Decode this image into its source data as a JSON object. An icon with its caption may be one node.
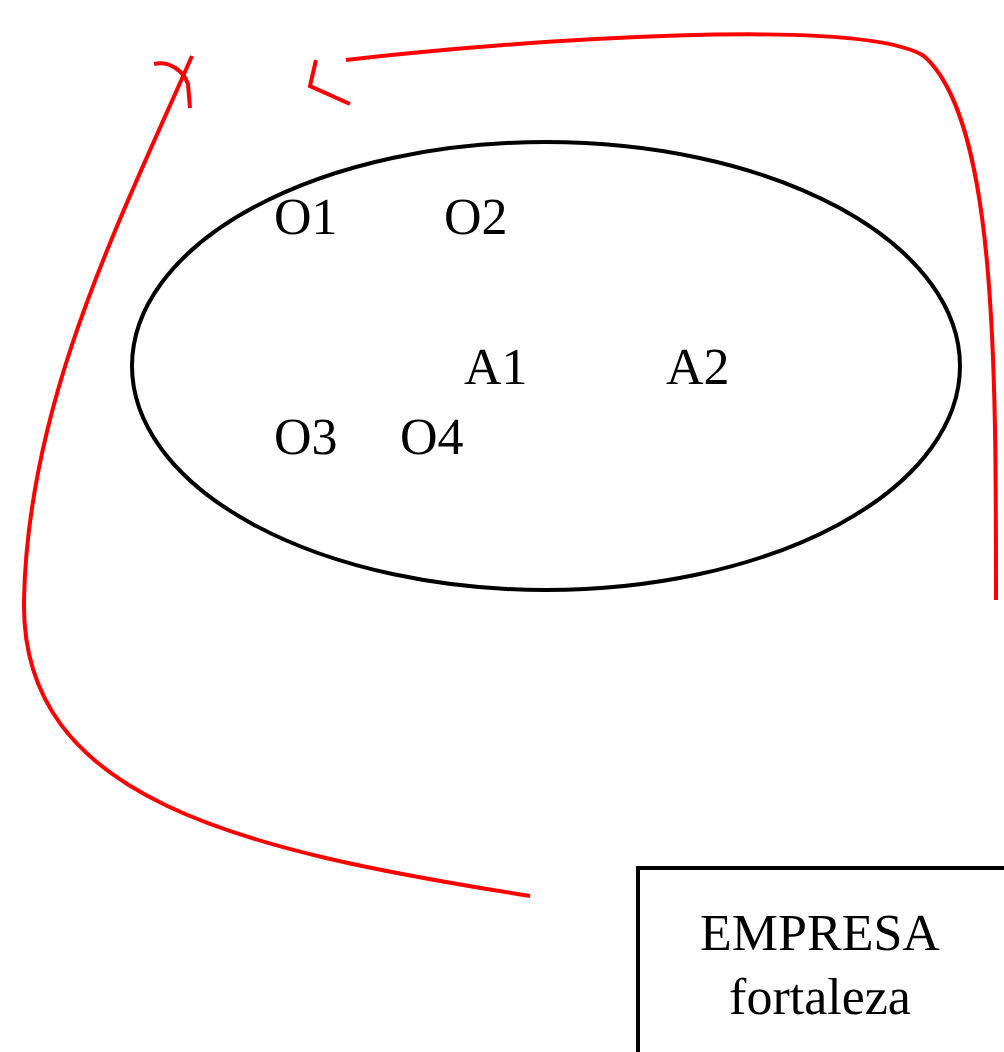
{
  "diagram": {
    "nodes": [
      {
        "text": [
          "O1",
          "O2",
          "A1",
          "A2",
          "O3",
          "O4"
        ]
      },
      {
        "text": [
          "EMPRESA fortaleza"
        ]
      }
    ]
  }
}
